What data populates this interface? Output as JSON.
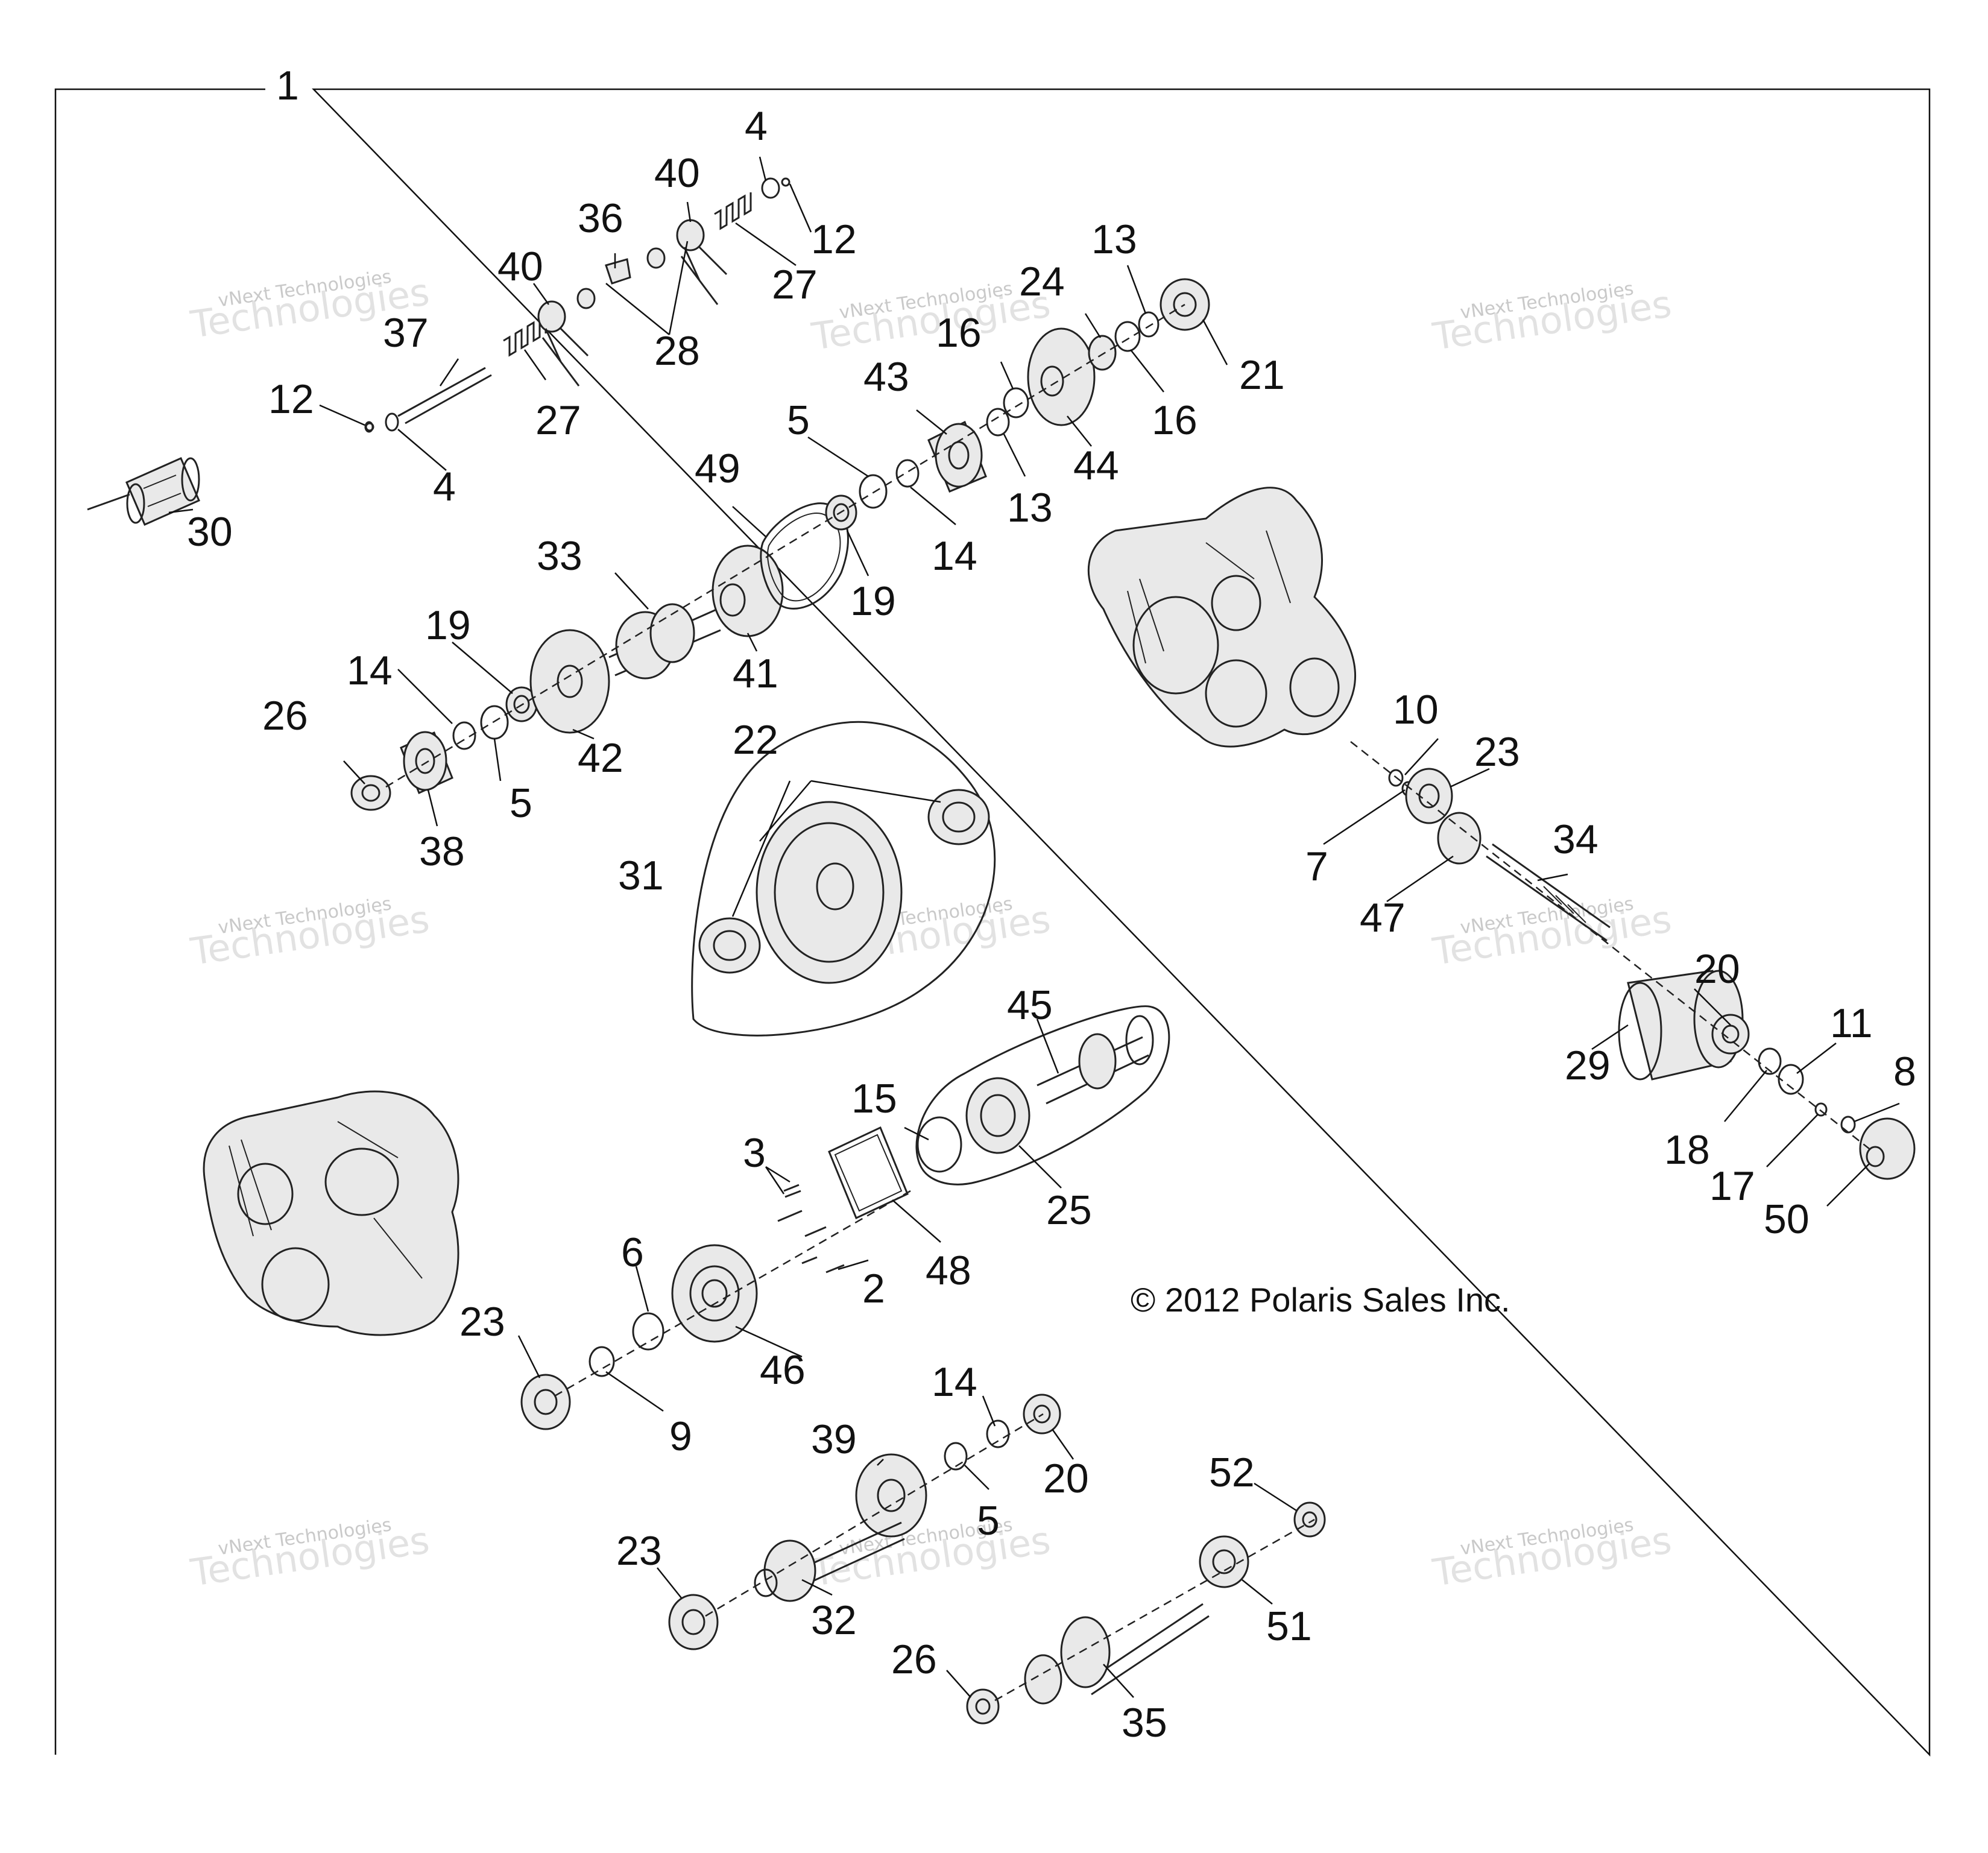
{
  "copyright": "© 2012 Polaris Sales Inc.",
  "watermark": {
    "line1": "vNext Technologies",
    "line2": "Technologies"
  },
  "callouts": {
    "assembly": "1",
    "c2": "2",
    "c3": "3",
    "c4a": "4",
    "c4b": "4",
    "c5a": "5",
    "c5b": "5",
    "c5c": "5",
    "c6": "6",
    "c7": "7",
    "c8": "8",
    "c9": "9",
    "c10": "10",
    "c11": "11",
    "c12a": "12",
    "c12b": "12",
    "c13a": "13",
    "c13b": "13",
    "c14a": "14",
    "c14b": "14",
    "c14c": "14",
    "c15": "15",
    "c16a": "16",
    "c16b": "16",
    "c17": "17",
    "c18": "18",
    "c19a": "19",
    "c19b": "19",
    "c20a": "20",
    "c20b": "20",
    "c21": "21",
    "c22": "22",
    "c23a": "23",
    "c23b": "23",
    "c23c": "23",
    "c24": "24",
    "c25": "25",
    "c26a": "26",
    "c26b": "26",
    "c27a": "27",
    "c27b": "27",
    "c28": "28",
    "c29": "29",
    "c30": "30",
    "c31": "31",
    "c32": "32",
    "c33": "33",
    "c34": "34",
    "c35": "35",
    "c36": "36",
    "c37": "37",
    "c38": "38",
    "c39": "39",
    "c40a": "40",
    "c40b": "40",
    "c41": "41",
    "c42": "42",
    "c43": "43",
    "c44": "44",
    "c45": "45",
    "c46": "46",
    "c47": "47",
    "c48": "48",
    "c49": "49",
    "c50": "50",
    "c51": "51",
    "c52": "52"
  }
}
